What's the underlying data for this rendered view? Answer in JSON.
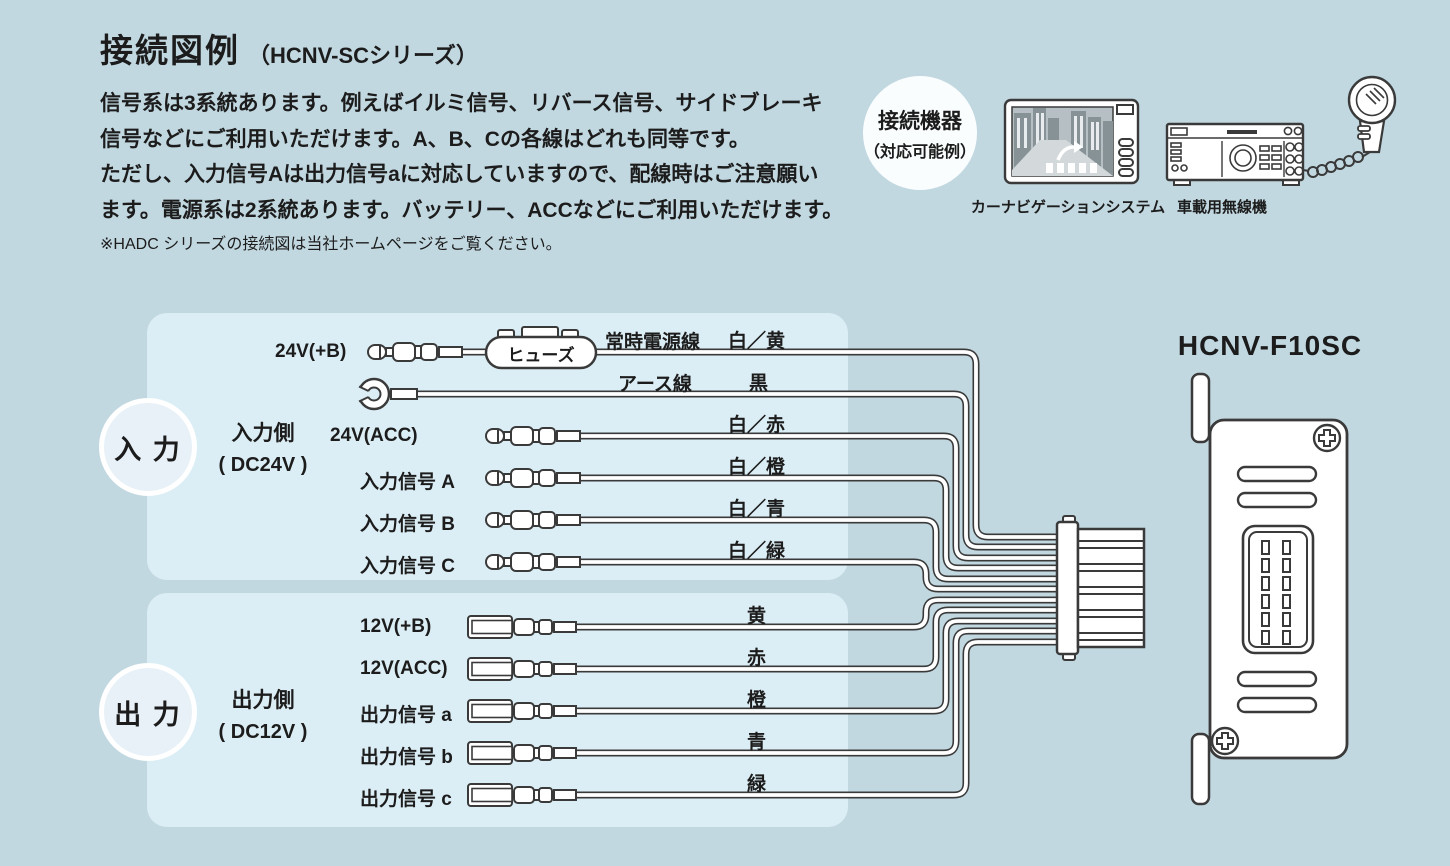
{
  "page": {
    "title": "接続図例",
    "title_sub": "（HCNV-SCシリーズ）",
    "description": [
      "信号系は3系統あります。例えばイルミ信号、リバース信号、サイドブレーキ",
      "信号などにご利用いただけます。A、B、Cの各線はどれも同等です。",
      "ただし、入力信号Aは出力信号aに対応していますので、配線時はご注意願い",
      "ます。電源系は2系統あります。バッテリー、ACCなどにご利用いただけます。"
    ],
    "note": "※HADC シリーズの接続図は当社ホームページをご覧ください。"
  },
  "devices": {
    "badge_title": "接続機器",
    "badge_sub": "（対応可能例）",
    "nav_label": "カーナビゲーションシステム",
    "radio_label": "車載用無線機"
  },
  "product": {
    "model": "HCNV-F10SC"
  },
  "input_group": {
    "badge": "入 力",
    "side_label": "入力側",
    "side_voltage": "( DC24V )",
    "fuse_label": "ヒューズ",
    "rows": [
      {
        "label": "24V(+B)",
        "line_name": "常時電源線",
        "color": "白／黄"
      },
      {
        "label": "",
        "line_name": "アース線",
        "color": "黒"
      },
      {
        "label": "24V(ACC)",
        "line_name": "",
        "color": "白／赤"
      },
      {
        "label": "入力信号 A",
        "line_name": "",
        "color": "白／橙"
      },
      {
        "label": "入力信号 B",
        "line_name": "",
        "color": "白／青"
      },
      {
        "label": "入力信号 C",
        "line_name": "",
        "color": "白／緑"
      }
    ]
  },
  "output_group": {
    "badge": "出 力",
    "side_label": "出力側",
    "side_voltage": "( DC12V )",
    "rows": [
      {
        "label": "12V(+B)",
        "color": "黄"
      },
      {
        "label": "12V(ACC)",
        "color": "赤"
      },
      {
        "label": "出力信号 a",
        "color": "橙"
      },
      {
        "label": "出力信号 b",
        "color": "青"
      },
      {
        "label": "出力信号 c",
        "color": "緑"
      }
    ]
  },
  "colors": {
    "background": "#c2d8e1",
    "panel": "#dceef5",
    "outline": "#3a3a3a",
    "text": "#1c1c1c",
    "white": "#ffffff"
  }
}
